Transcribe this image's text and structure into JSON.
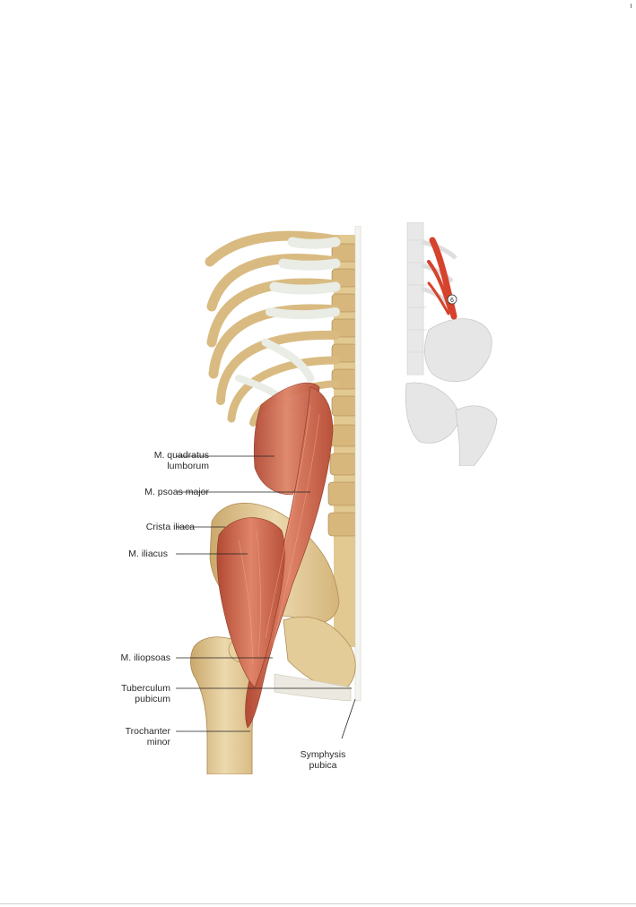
{
  "figure": {
    "labels": {
      "quadratus_line1": "M. quadratus",
      "quadratus_line2": "lumborum",
      "psoas_major": "M. psoas major",
      "crista_iliaca": "Crista iliaca",
      "iliacus": "M. iliacus",
      "iliopsoas": "M. iliopsoas",
      "tuberculum_line1": "Tuberculum",
      "tuberculum_line2": "pubicum",
      "trochanter_line1": "Trochanter",
      "trochanter_line2": "minor",
      "symphysis_line1": "Symphysis",
      "symphysis_line2": "pubica"
    },
    "inset_marker": "6"
  },
  "colors": {
    "bone": "#e9d4a6",
    "bone_shadow": "#caa86b",
    "cartilage": "#e8ece4",
    "muscle": "#c75a43",
    "muscle_light": "#e08a6e",
    "inset_bone": "#e6e6e6",
    "inset_muscle": "#d6432c"
  }
}
